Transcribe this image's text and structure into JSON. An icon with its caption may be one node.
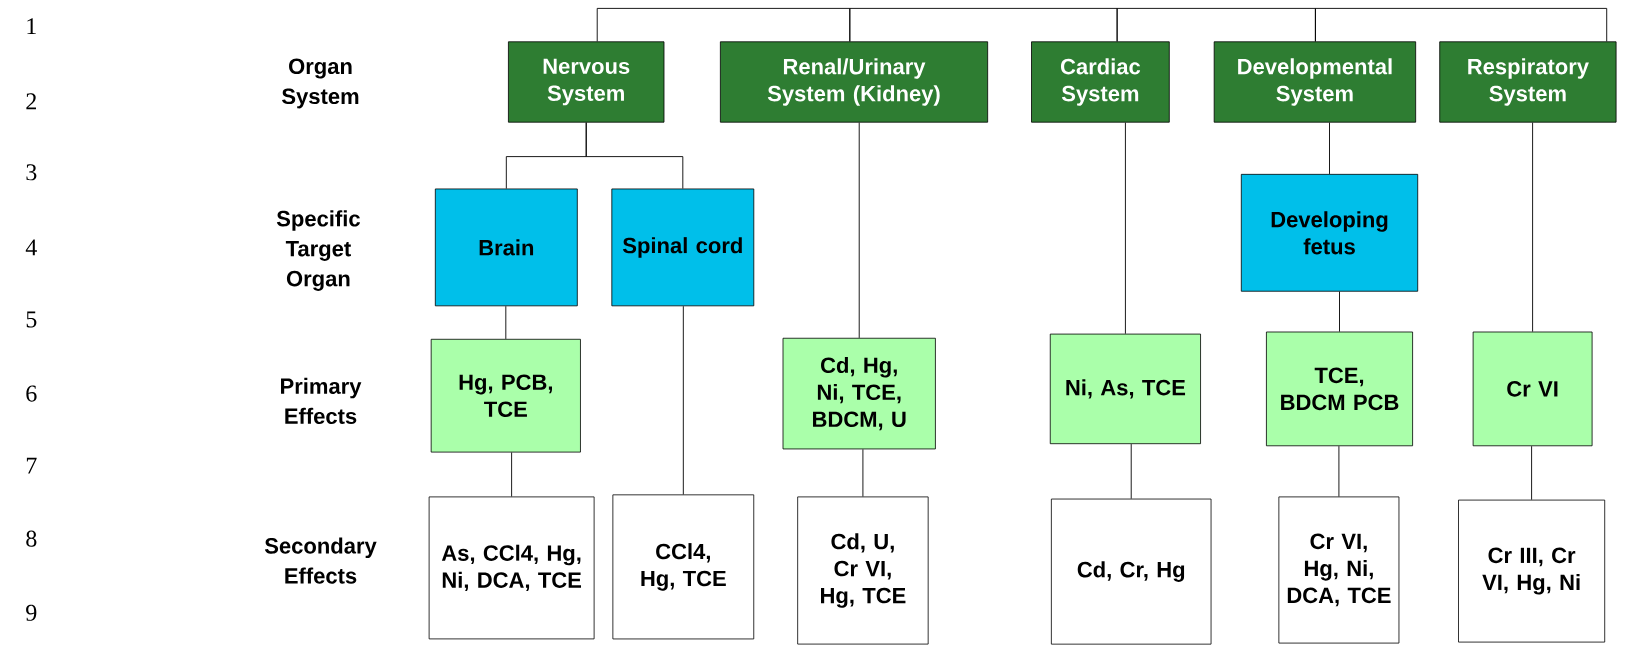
{
  "diagram": {
    "nodes": [
      {
        "text": [
          "Nervous System"
        ]
      },
      {
        "text": [
          "Renal/Urinary System (Kidney)"
        ]
      },
      {
        "text": [
          "Cardiac System"
        ]
      },
      {
        "text": [
          "Developmental System"
        ]
      },
      {
        "text": [
          "Respiratory System"
        ]
      },
      {
        "text": [
          "Brain"
        ]
      },
      {
        "text": [
          "Spinal cord"
        ]
      },
      {
        "text": [
          "Developing fetus"
        ]
      },
      {
        "text": [
          "Hg, PCB, TCE"
        ]
      },
      {
        "text": [
          "Cd, Hg, Ni, TCE, BDCM, U"
        ]
      },
      {
        "text": [
          "Ni, As, TCE"
        ]
      },
      {
        "text": [
          "TCE, BDCM PCB"
        ]
      },
      {
        "text": [
          "Cr VI"
        ]
      },
      {
        "text": [
          "As, CCl4, Hg, Ni, DCA, TCE"
        ]
      },
      {
        "text": [
          "CCl4, Hg, TCE"
        ]
      },
      {
        "text": [
          "Cd, U, Cr VI, Hg, TCE"
        ]
      },
      {
        "text": [
          "Cd, Cr, Hg"
        ]
      },
      {
        "text": [
          "Cr VI, Hg, Ni, DCA, TCE"
        ]
      },
      {
        "text": [
          "Cr III, Cr VI, Hg, Ni"
        ]
      }
    ],
    "edges": [
      {
        "from": 0,
        "to": 1,
        "arrow": "none"
      },
      {
        "from": 1,
        "to": 2,
        "arrow": "none"
      },
      {
        "from": 2,
        "to": 3,
        "arrow": "none"
      },
      {
        "from": 3,
        "to": 4,
        "arrow": "none"
      },
      {
        "from": 0,
        "to": 5,
        "arrow": "none"
      },
      {
        "from": 0,
        "to": 6,
        "arrow": "none"
      },
      {
        "from": 5,
        "to": 8,
        "arrow": "none"
      },
      {
        "from": 8,
        "to": 13,
        "arrow": "none"
      },
      {
        "from": 6,
        "to": 14,
        "arrow": "none"
      },
      {
        "from": 1,
        "to": 9,
        "arrow": "none"
      },
      {
        "from": 9,
        "to": 15,
        "arrow": "none"
      },
      {
        "from": 2,
        "to": 10,
        "arrow": "none"
      },
      {
        "from": 10,
        "to": 16,
        "arrow": "none"
      },
      {
        "from": 3,
        "to": 7,
        "arrow": "none"
      },
      {
        "from": 7,
        "to": 11,
        "arrow": "none"
      },
      {
        "from": 11,
        "to": 17,
        "arrow": "none"
      },
      {
        "from": 4,
        "to": 12,
        "arrow": "none"
      },
      {
        "from": 12,
        "to": 18,
        "arrow": "none"
      }
    ],
    "labels": [
      "1",
      "2",
      "Organ System",
      "3",
      "4",
      "Specific Target Organ",
      "5",
      "6",
      "Primary Effects",
      "7",
      "8",
      "Secondary Effects",
      "9"
    ]
  }
}
